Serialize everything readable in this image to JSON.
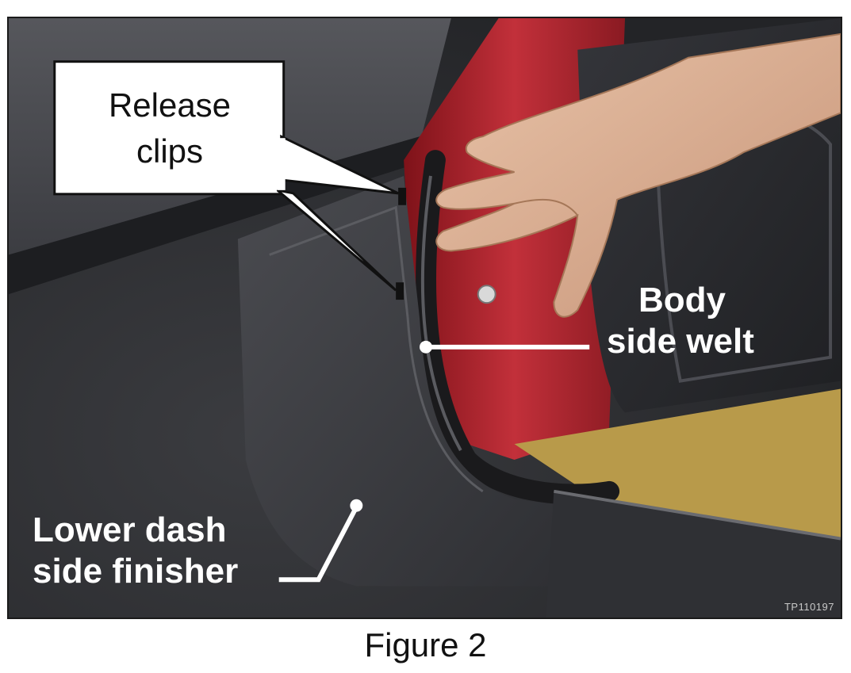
{
  "callouts": {
    "release_clips": {
      "line1": "Release",
      "line2": "clips"
    },
    "body_side_welt": {
      "line1": "Body",
      "line2": "side welt"
    },
    "lower_dash": {
      "line1": "Lower dash",
      "line2": "side finisher"
    }
  },
  "photo_id": "TP110197",
  "caption": "Figure 2",
  "colors": {
    "carpet": "#2c2d30",
    "trim_panel": "#3a3b3f",
    "door_red": "#a8222b",
    "floor_tan": "#b89a4a",
    "label_white": "#ffffff",
    "callout_border": "#111111"
  }
}
